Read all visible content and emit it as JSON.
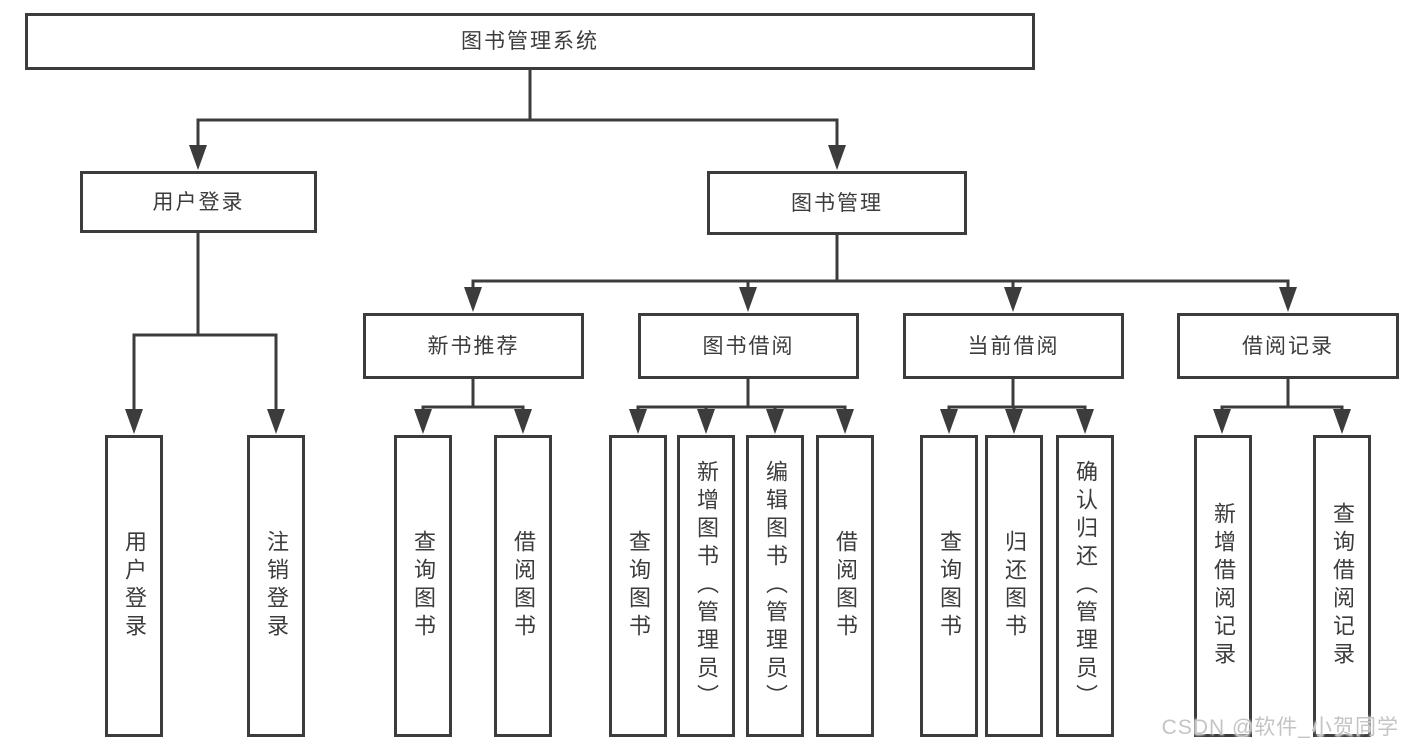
{
  "title": "图书管理系统",
  "colors": {
    "line": "#3c3c3c",
    "text": "#3c3c3c",
    "background": "#ffffff",
    "watermark": "#c4c4c4"
  },
  "watermark": {
    "text": "CSDN @软件_小贺同学"
  },
  "nodes": [
    {
      "id": "root",
      "label": "图书管理系统"
    },
    {
      "id": "user-login",
      "label": "用户登录"
    },
    {
      "id": "book-mgmt",
      "label": "图书管理"
    },
    {
      "id": "new-book-rec",
      "label": "新书推荐"
    },
    {
      "id": "book-borrow",
      "label": "图书借阅"
    },
    {
      "id": "current-borrow",
      "label": "当前借阅"
    },
    {
      "id": "borrow-records",
      "label": "借阅记录"
    },
    {
      "id": "leaf-user-login",
      "label": "用户登录"
    },
    {
      "id": "leaf-logout",
      "label": "注销登录"
    },
    {
      "id": "leaf-query-book-1",
      "label": "查询图书"
    },
    {
      "id": "leaf-borrow-book-1",
      "label": "借阅图书"
    },
    {
      "id": "leaf-query-book-2",
      "label": "查询图书"
    },
    {
      "id": "leaf-add-book",
      "label": "新增图书（管理员）"
    },
    {
      "id": "leaf-edit-book",
      "label": "编辑图书（管理员）"
    },
    {
      "id": "leaf-borrow-book-2",
      "label": "借阅图书"
    },
    {
      "id": "leaf-query-book-3",
      "label": "查询图书"
    },
    {
      "id": "leaf-return-book",
      "label": "归还图书"
    },
    {
      "id": "leaf-confirm-return",
      "label": "确认归还（管理员）"
    },
    {
      "id": "leaf-add-record",
      "label": "新增借阅记录"
    },
    {
      "id": "leaf-query-record",
      "label": "查询借阅记录"
    }
  ]
}
